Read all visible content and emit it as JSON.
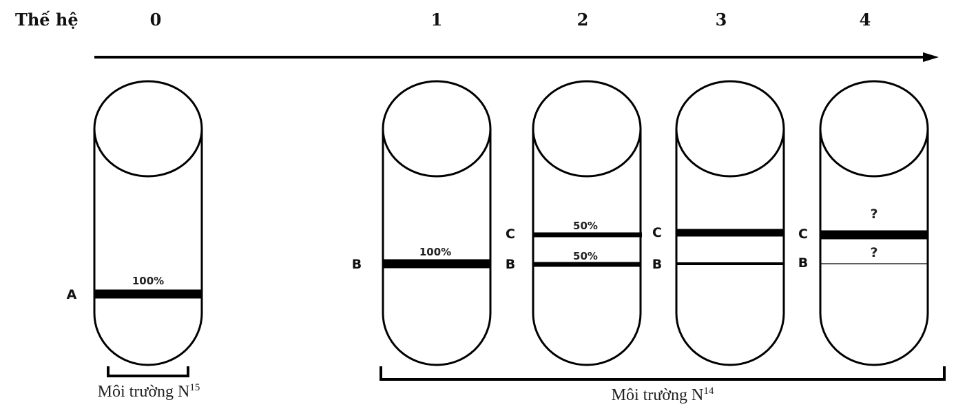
{
  "header": {
    "title": "Thế hệ",
    "generations": [
      "0",
      "1",
      "2",
      "3",
      "4"
    ]
  },
  "tubes": [
    {
      "generation": "0",
      "bands": [
        {
          "label": "A",
          "percent": "100%",
          "thickness": "thick"
        }
      ]
    },
    {
      "generation": "1",
      "bands": [
        {
          "label": "B",
          "percent": "100%",
          "thickness": "thick"
        }
      ]
    },
    {
      "generation": "2",
      "bands": [
        {
          "label": "C",
          "percent": "50%",
          "thickness": "medium"
        },
        {
          "label": "B",
          "percent": "50%",
          "thickness": "medium"
        }
      ]
    },
    {
      "generation": "3",
      "bands": [
        {
          "label": "C",
          "percent": "",
          "thickness": "thick"
        },
        {
          "label": "B",
          "percent": "",
          "thickness": "thin"
        }
      ]
    },
    {
      "generation": "4",
      "bands": [
        {
          "label": "C",
          "percent": "?",
          "thickness": "thick"
        },
        {
          "label": "B",
          "percent": "?",
          "thickness": "very-thin"
        }
      ]
    }
  ],
  "environments": [
    {
      "label": "Môi trường N",
      "isotope": "15",
      "spans_generations": [
        "0"
      ]
    },
    {
      "label": "Môi trường N",
      "isotope": "14",
      "spans_generations": [
        "1",
        "2",
        "3",
        "4"
      ]
    }
  ],
  "labels": {
    "t0_band_a": "A",
    "t0_pct_a": "100%",
    "t1_band_b": "B",
    "t1_pct_b": "100%",
    "t2_band_c_left": "C",
    "t2_band_b_left": "B",
    "t2_pct_c": "50%",
    "t2_pct_b": "50%",
    "t3_band_c_left": "C",
    "t3_band_b_left": "B",
    "t4_band_c_left": "C",
    "t4_band_b_left": "B",
    "t4_pct_c": "?",
    "t4_pct_b": "?"
  },
  "colors": {
    "stroke": "#000000",
    "background": "#ffffff"
  }
}
